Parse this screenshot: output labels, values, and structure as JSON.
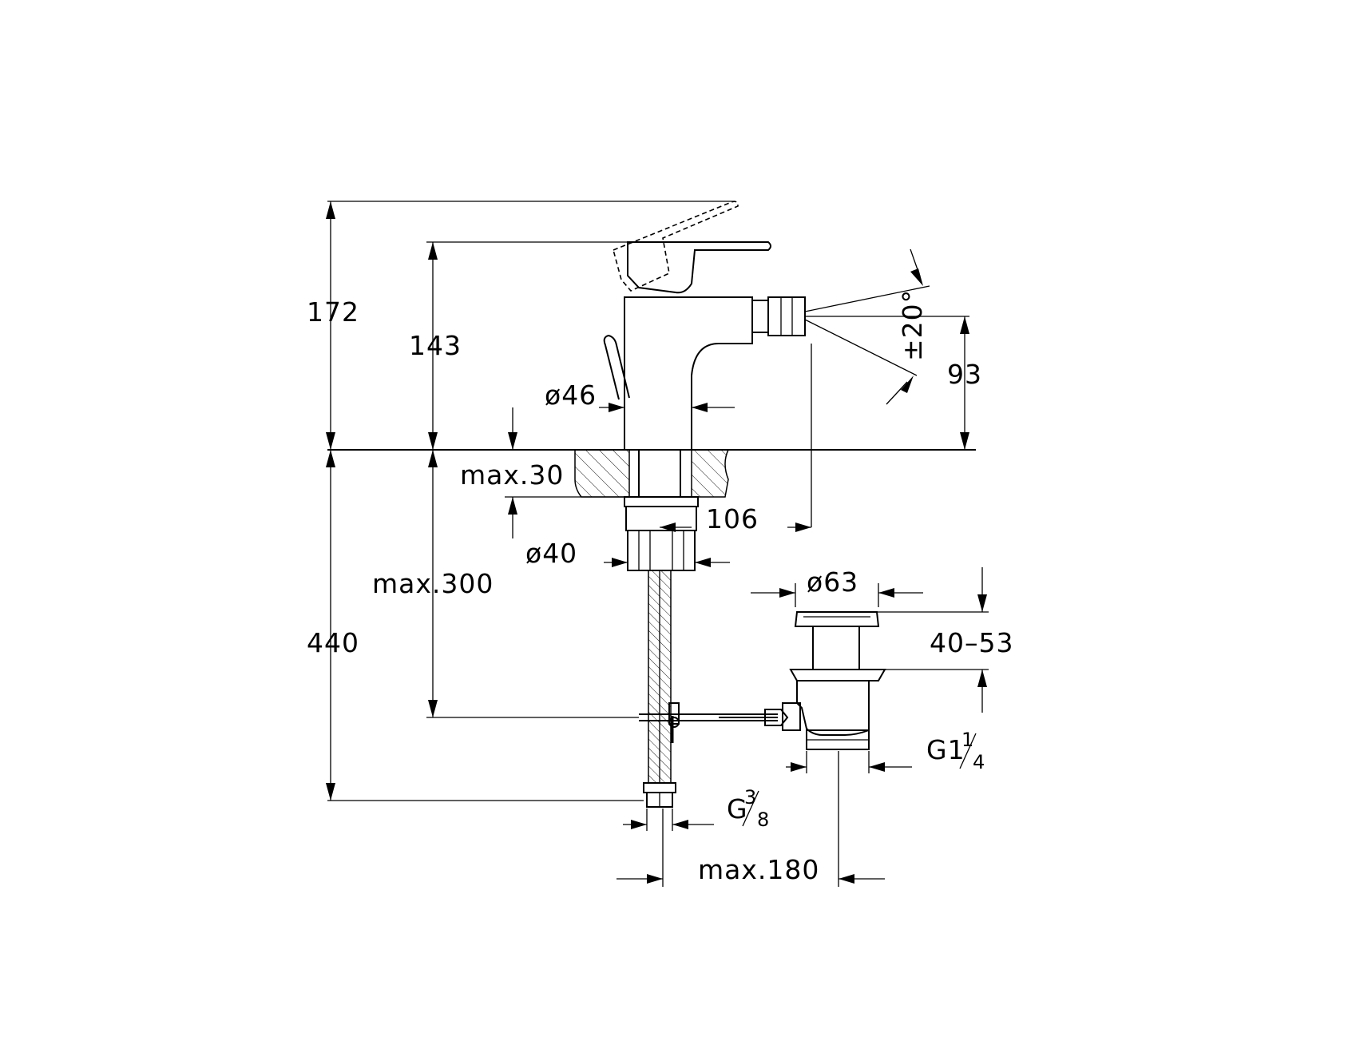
{
  "dimensions": {
    "total_height": "172",
    "lever_height": "143",
    "spout_height": "93",
    "body_diameter": "ø46",
    "angle": "±20°",
    "max_deck_thickness": "max.30",
    "spout_reach": "106",
    "shank_diameter": "ø40",
    "max_hose_height": "max.300",
    "below_deck_length": "440",
    "waste_diameter": "ø63",
    "waste_range": "40–53",
    "waste_thread_prefix": "G1",
    "waste_thread_num": "1",
    "waste_thread_den": "4",
    "supply_thread_prefix": "G",
    "supply_thread_num": "3",
    "supply_thread_den": "8",
    "max_rod_distance": "max.180"
  }
}
